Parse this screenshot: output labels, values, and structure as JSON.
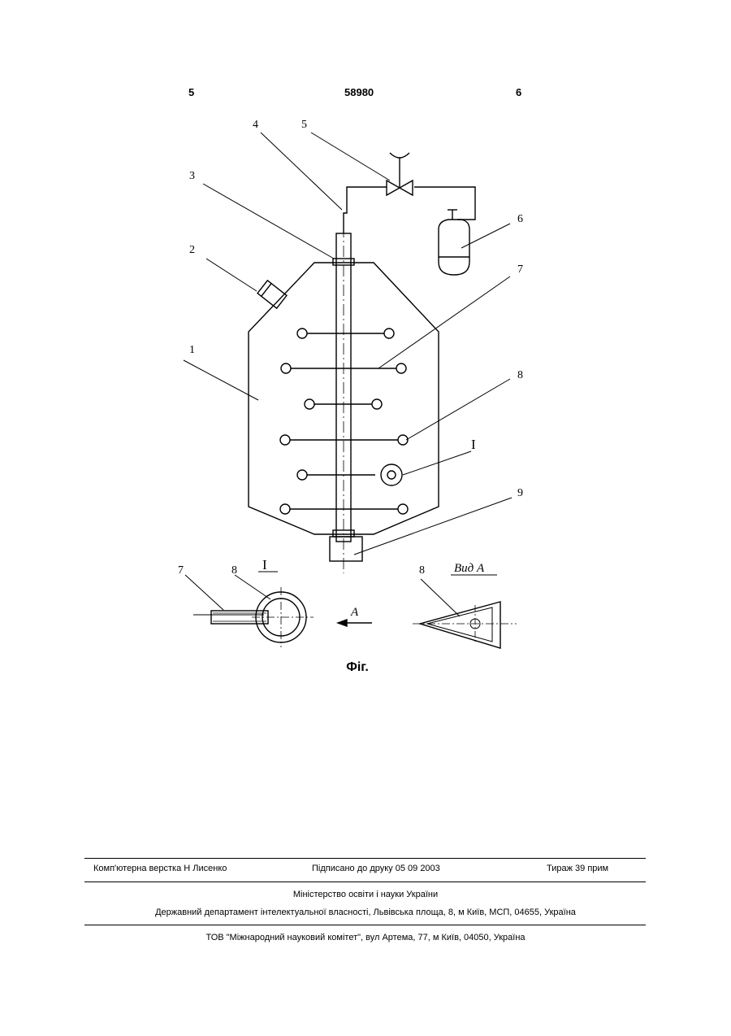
{
  "header": {
    "page_left": "5",
    "patent_number": "58980",
    "page_right": "6"
  },
  "figure": {
    "callouts": [
      "1",
      "2",
      "3",
      "4",
      "5",
      "6",
      "7",
      "8",
      "9"
    ],
    "section_mark": "I",
    "detail_labels": {
      "pipe": "7",
      "ring": "8",
      "section": "I",
      "arrow": "A",
      "view_title": "Вид А",
      "cone": "8"
    },
    "caption": "Фіг."
  },
  "footer": {
    "typeset": "Комп'ютерна верстка Н  Лисенко",
    "signed": "Підписано до друку 05 09 2003",
    "copies": "Тираж 39 прим",
    "ministry": "Міністерство освіти і науки України",
    "department": "Державний департамент інтелектуальної власності, Львівська площа, 8, м  Київ, МСП, 04655, Україна",
    "printer": "ТОВ \"Міжнародний науковий комітет\", вул  Артема, 77, м  Київ, 04050, Україна"
  }
}
